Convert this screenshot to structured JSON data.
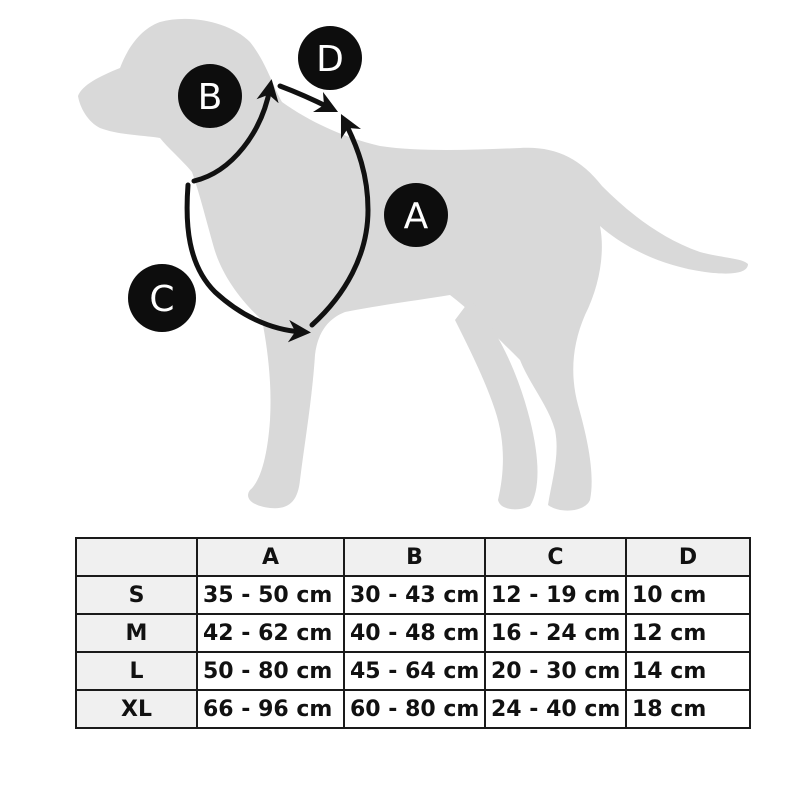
{
  "markers": [
    "A",
    "B",
    "C",
    "D"
  ],
  "table": {
    "corner": "",
    "columns": [
      "A",
      "B",
      "C",
      "D"
    ],
    "rows": [
      {
        "size": "S",
        "cells": [
          "35 - 50 cm",
          "30 - 43 cm",
          "12 - 19 cm",
          "10 cm"
        ]
      },
      {
        "size": "M",
        "cells": [
          "42 - 62 cm",
          "40 - 48 cm",
          "16 - 24 cm",
          "12 cm"
        ]
      },
      {
        "size": "L",
        "cells": [
          "50 - 80 cm",
          "45 - 64 cm",
          "20 - 30 cm",
          "14 cm"
        ]
      },
      {
        "size": "XL",
        "cells": [
          "66 - 96 cm",
          "60 - 80 cm",
          "24 - 40 cm",
          "18 cm"
        ]
      }
    ]
  },
  "colors": {
    "silhouette": "#d9d9d9",
    "arrow": "#111111",
    "marker_fill": "#0d0d0d",
    "marker_text": "#ffffff",
    "table_border": "#1a1a1a",
    "header_fill": "#f0f0f0"
  },
  "icons": {
    "silhouette": "dog-silhouette-icon",
    "arrow": "measurement-arrow-icon"
  }
}
